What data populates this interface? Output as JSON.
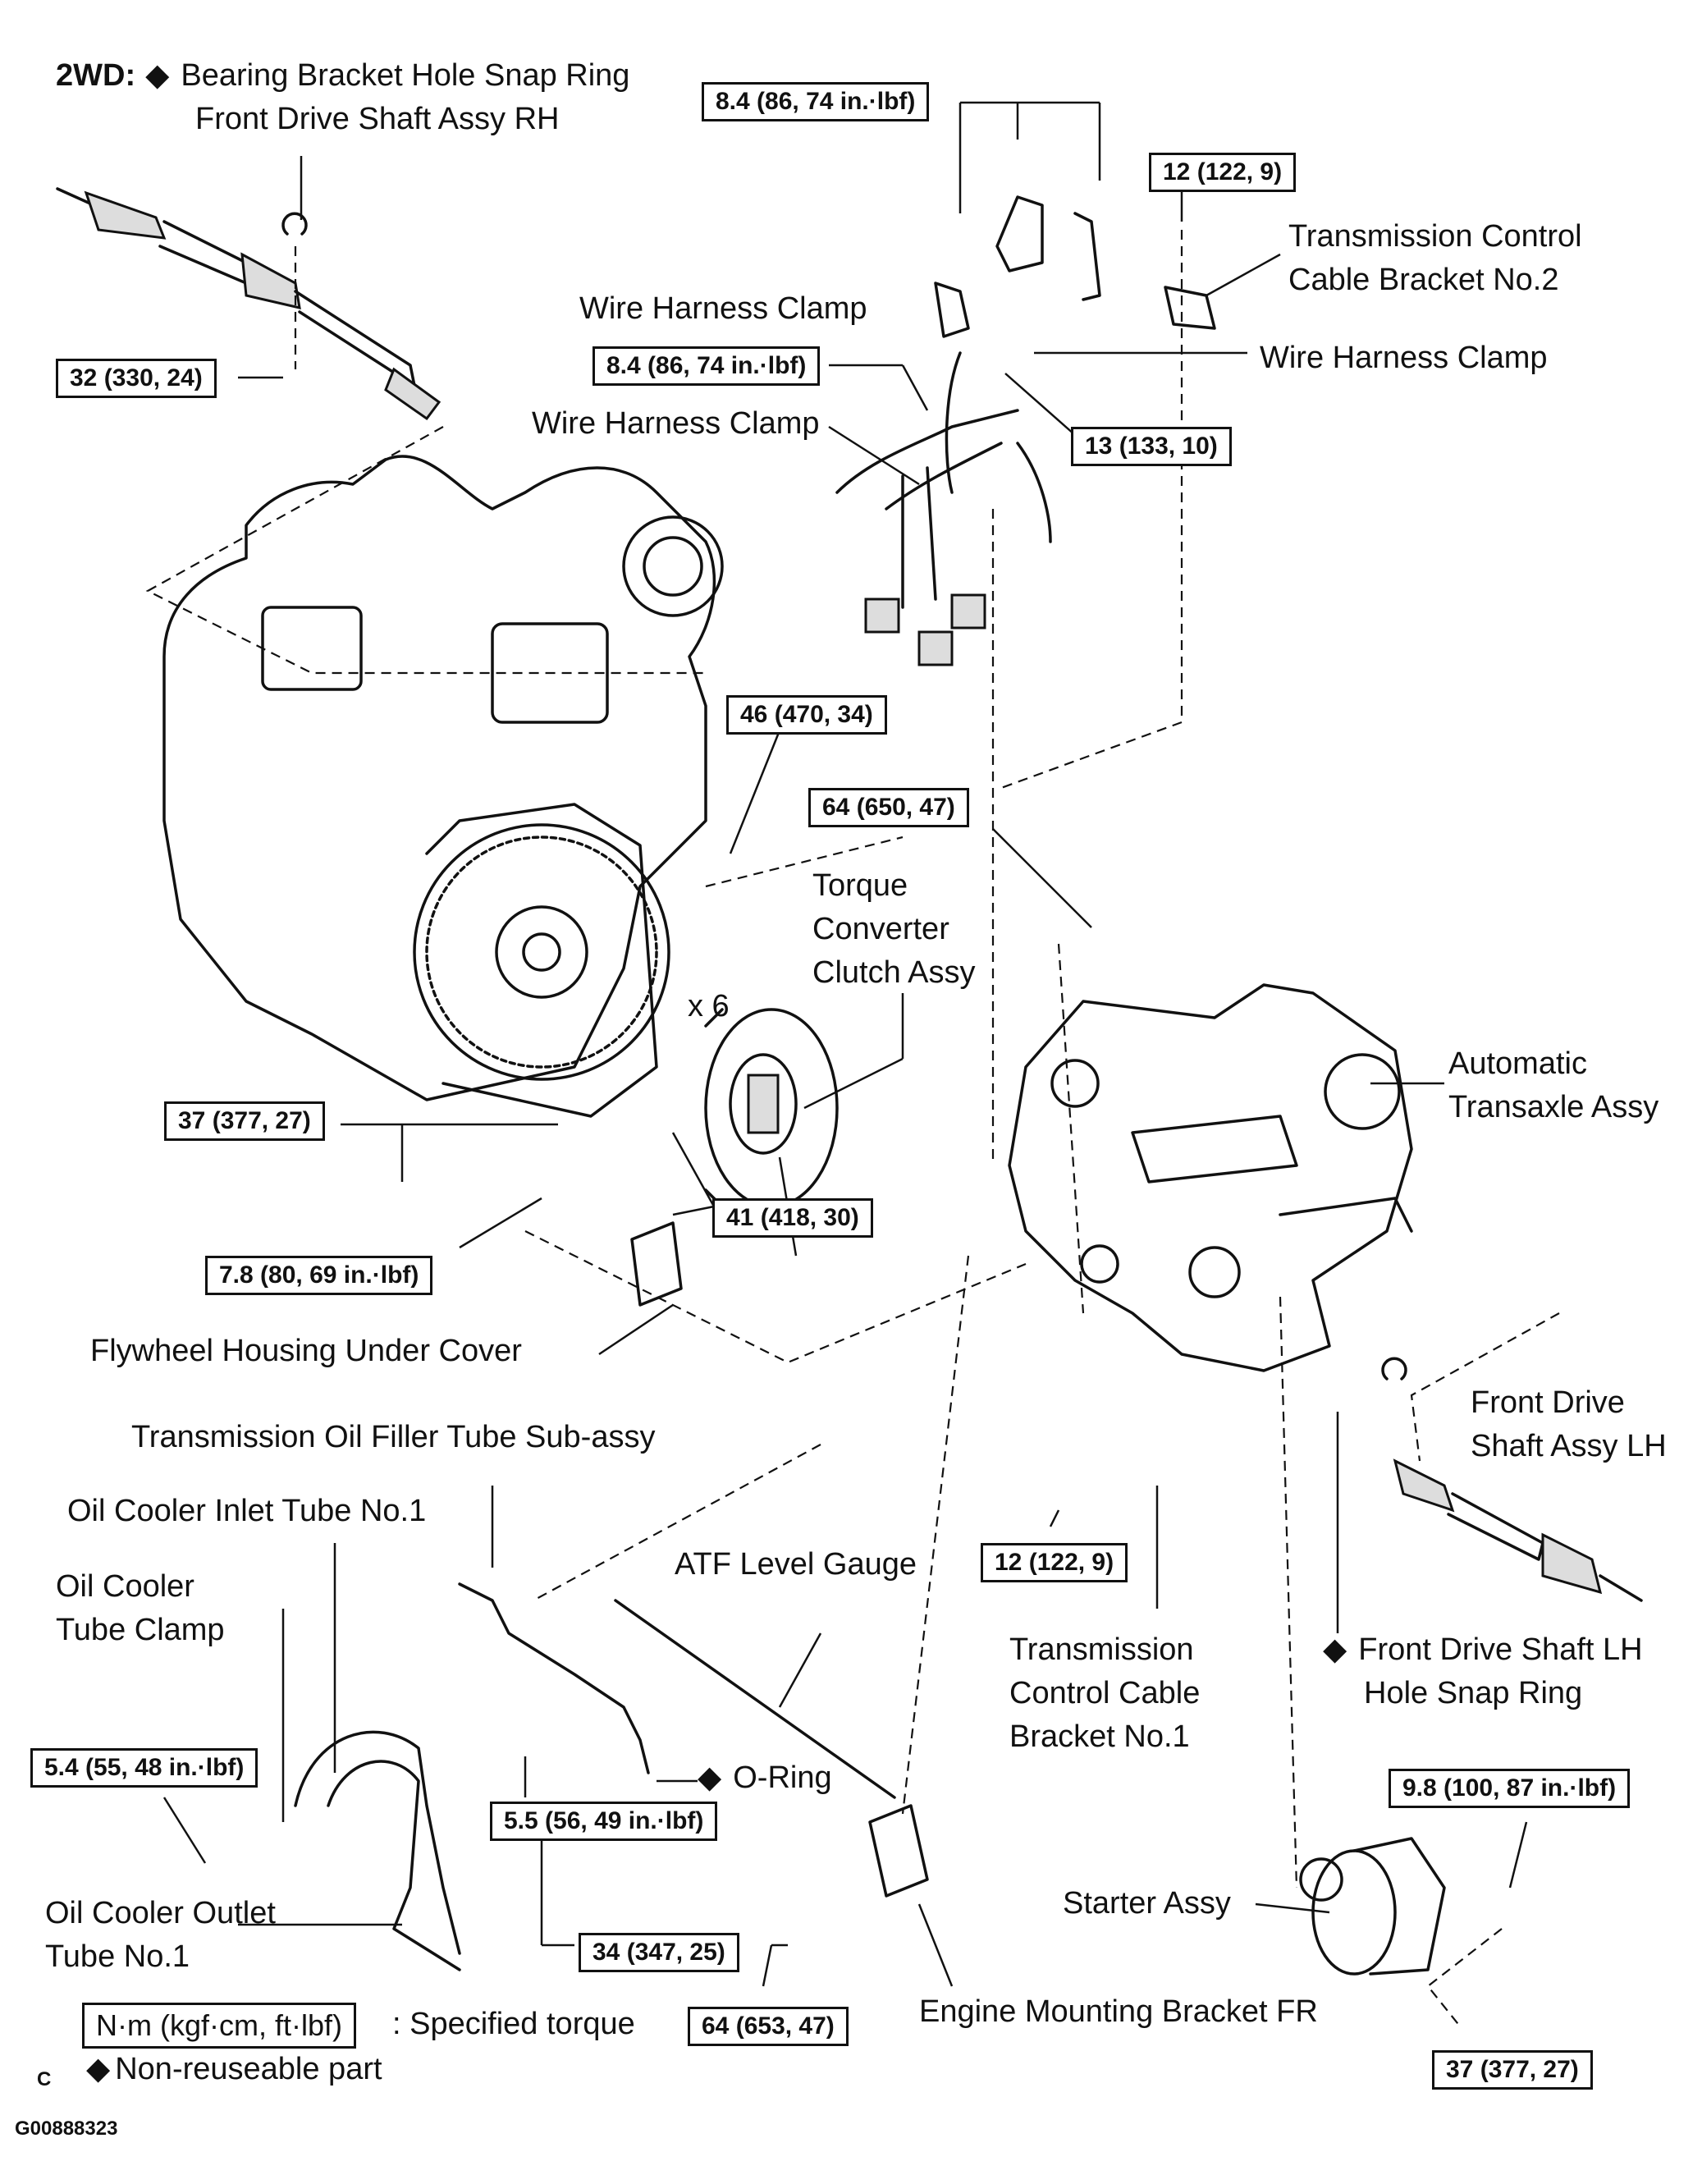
{
  "header": {
    "prefix": "2WD:",
    "line1": "Bearing Bracket Hole Snap Ring",
    "line2": "Front Drive Shaft Assy RH"
  },
  "labels": {
    "trans_ctrl_cable_bracket_no2": [
      "Transmission Control",
      "Cable Bracket No.2"
    ],
    "wire_harness_clamp_a": "Wire Harness Clamp",
    "wire_harness_clamp_b": "Wire Harness Clamp",
    "wire_harness_clamp_c": "Wire Harness Clamp",
    "torque_converter": [
      "Torque",
      "Converter",
      "Clutch Assy"
    ],
    "x6": "x 6",
    "automatic_transaxle": [
      "Automatic",
      "Transaxle Assy"
    ],
    "flywheel_housing_under_cover": "Flywheel Housing Under Cover",
    "oil_filler_tube": "Transmission Oil Filler Tube Sub-assy",
    "oil_cooler_inlet_tube": "Oil Cooler Inlet Tube No.1",
    "oil_cooler_tube_clamp": [
      "Oil Cooler",
      "Tube Clamp"
    ],
    "atf_level_gauge": "ATF Level Gauge",
    "front_drive_shaft_lh": [
      "Front Drive",
      "Shaft Assy LH"
    ],
    "trans_ctrl_cable_bracket_no1": [
      "Transmission",
      "Control Cable",
      "Bracket No.1"
    ],
    "front_drive_shaft_lh_snap_ring": [
      "Front Drive Shaft LH",
      "Hole Snap Ring"
    ],
    "o_ring": "O-Ring",
    "starter_assy": "Starter Assy",
    "oil_cooler_outlet_tube": [
      "Oil Cooler Outlet",
      "Tube No.1"
    ],
    "engine_mounting_bracket": "Engine Mounting Bracket FR"
  },
  "torques": {
    "t_84_top": "8.4 (86, 74 in.·lbf)",
    "t_12_top": "12 (122, 9)",
    "t_32": "32 (330, 24)",
    "t_84_mid": "8.4 (86, 74 in.·lbf)",
    "t_13": "13 (133, 10)",
    "t_46": "46 (470, 34)",
    "t_64_650": "64 (650, 47)",
    "t_37_left": "37 (377, 27)",
    "t_41": "41 (418, 30)",
    "t_78": "7.8 (80, 69 in.·lbf)",
    "t_12_bottom": "12 (122, 9)",
    "t_54": "5.4 (55, 48 in.·lbf)",
    "t_55": "5.5 (56, 49 in.·lbf)",
    "t_98": "9.8 (100, 87 in.·lbf)",
    "t_34": "34 (347, 25)",
    "t_64_653": "64 (653, 47)",
    "t_37_right": "37 (377, 27)"
  },
  "legend": {
    "unit_box": "N·m (kgf·cm, ft·lbf)",
    "unit_text": ": Specified torque",
    "nonreuse": "Non-reuseable part",
    "diamond": "◆"
  },
  "footer": {
    "letter": "C",
    "code": "G00888323"
  }
}
